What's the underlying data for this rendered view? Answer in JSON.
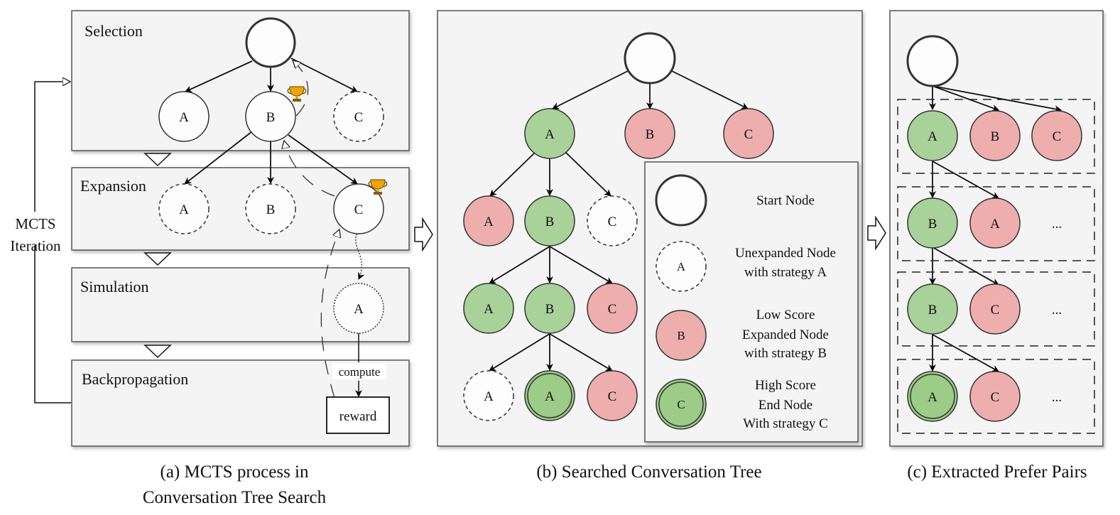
{
  "colors": {
    "panel_bg": "#f4f4f4",
    "panel_border": "#555555",
    "green": "#a9d19a",
    "green_end": "#9ccc88",
    "red": "#efaeae",
    "white_node": "#fdfdfd",
    "trophy": "#f0a30a"
  },
  "panel_a": {
    "caption_line1": "(a) MCTS process in",
    "caption_line2": "Conversation Tree Search",
    "loop_label_line1": "MCTS",
    "loop_label_line2": "Iteration",
    "stages": [
      "Selection",
      "Expansion",
      "Simulation",
      "Backpropagation"
    ],
    "selection_nodes": [
      "A",
      "B",
      "C"
    ],
    "expansion_nodes": [
      "A",
      "B",
      "C"
    ],
    "simulation_node": "A",
    "compute_label": "compute",
    "reward_label": "reward",
    "trophy_icon": "trophy-icon"
  },
  "panel_b": {
    "caption": "(b) Searched Conversation Tree",
    "level1": [
      "A",
      "B",
      "C"
    ],
    "level2": [
      "A",
      "B",
      "C"
    ],
    "level3": [
      "A",
      "B",
      "C"
    ],
    "level4": [
      "A",
      "A",
      "C"
    ],
    "legend": [
      {
        "label_lines": [
          "Start Node"
        ],
        "symbol": ""
      },
      {
        "label_lines": [
          "Unexpanded Node",
          "with strategy A"
        ],
        "symbol": "A"
      },
      {
        "label_lines": [
          "Low Score",
          "Expanded Node",
          "with strategy B"
        ],
        "symbol": "B"
      },
      {
        "label_lines": [
          "High Score",
          "End Node",
          "With strategy C"
        ],
        "symbol": "C"
      }
    ]
  },
  "panel_c": {
    "caption": "(c) Extracted Prefer Pairs",
    "groups": [
      {
        "chosen": "A",
        "rejected": [
          "B",
          "C"
        ],
        "ellipsis": ""
      },
      {
        "chosen": "B",
        "rejected": [
          "A"
        ],
        "ellipsis": "..."
      },
      {
        "chosen": "B",
        "rejected": [
          "C"
        ],
        "ellipsis": "..."
      },
      {
        "chosen": "A",
        "rejected": [
          "C"
        ],
        "ellipsis": "..."
      }
    ]
  }
}
